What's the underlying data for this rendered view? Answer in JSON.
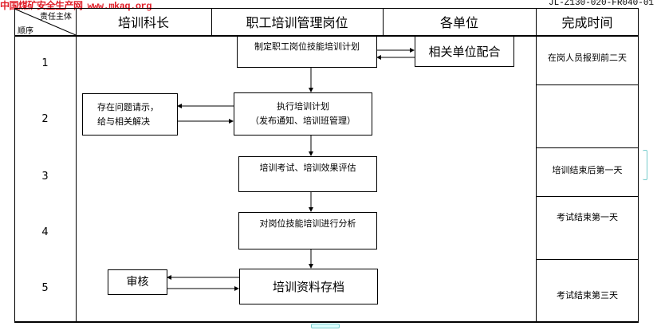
{
  "watermark": {
    "site": "中国煤矿安全生产网",
    "url": "www.mkaq.org"
  },
  "doc_code": "JL-Z130-020-FR040-01",
  "header": {
    "corner_top": "责任主体",
    "corner_bottom": "顺序",
    "columns": [
      "培训科长",
      "职工培训管理岗位",
      "各单位",
      "完成时间"
    ]
  },
  "rows": [
    "1",
    "2",
    "3",
    "4",
    "5"
  ],
  "boxes": {
    "plan": "制定职工岗位技能培训计划",
    "related": "相关单位配合",
    "execute_line1": "执行培训计划",
    "execute_line2": "（发布通知、培训班管理）",
    "issue_line1": "存在问题请示，",
    "issue_line2": "给与相关解决",
    "exam": "培训考试、培训效果评估",
    "analysis": "对岗位技能培训进行分析",
    "audit": "审核",
    "archive": "培训资料存档"
  },
  "times": [
    "在岗人员报到前二天",
    "",
    "培训结束后第一天",
    "考试结束第一天",
    "考试结束第三天"
  ]
}
